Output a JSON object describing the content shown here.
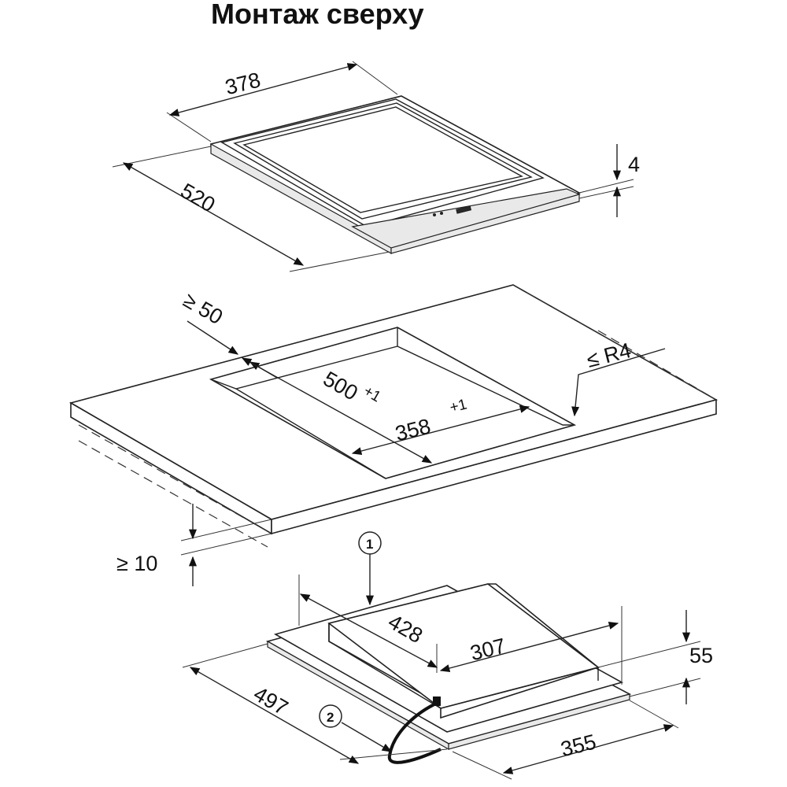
{
  "title": "Монтаж сверху",
  "hob": {
    "width": "378",
    "depth": "520",
    "thickness": "4"
  },
  "cutout": {
    "min_edge_distance": "≥ 50",
    "depth": "500",
    "depth_tolerance": "+1",
    "width": "358",
    "width_tolerance": "+1",
    "corner_radius": "≤ R4",
    "min_clearance_below": "≥ 10"
  },
  "housing": {
    "depth_top": "428",
    "width_top": "307",
    "height": "55",
    "depth": "497",
    "width": "355"
  },
  "callouts": {
    "one": "1",
    "two": "2"
  }
}
